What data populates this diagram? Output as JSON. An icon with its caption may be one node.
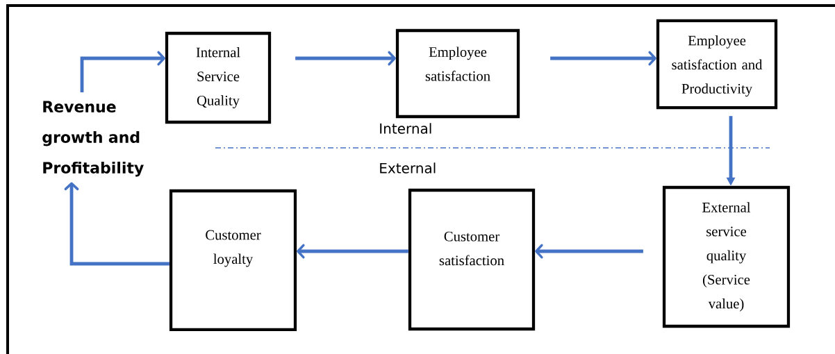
{
  "diagram": {
    "nodes": [
      {
        "text": [
          "Revenue growth and Profitability"
        ]
      },
      {
        "text": [
          "Internal Service Quality"
        ]
      },
      {
        "text": [
          "Employee satisfaction"
        ]
      },
      {
        "text": [
          "Employee satisfaction and Productivity"
        ]
      },
      {
        "text": [
          "External service quality (Service value)"
        ]
      },
      {
        "text": [
          "Customer satisfaction"
        ]
      },
      {
        "text": [
          "Customer loyalty"
        ]
      }
    ],
    "edges": [
      {
        "from": 0,
        "to": 1,
        "arrow": "to"
      },
      {
        "from": 1,
        "to": 2,
        "arrow": "to"
      },
      {
        "from": 2,
        "to": 3,
        "arrow": "to"
      },
      {
        "from": 3,
        "to": 4,
        "arrow": "to"
      },
      {
        "from": 4,
        "to": 5,
        "arrow": "to"
      },
      {
        "from": 5,
        "to": 6,
        "arrow": "to"
      },
      {
        "from": 6,
        "to": 0,
        "arrow": "to"
      }
    ],
    "labels": [
      "Internal",
      "External"
    ]
  }
}
